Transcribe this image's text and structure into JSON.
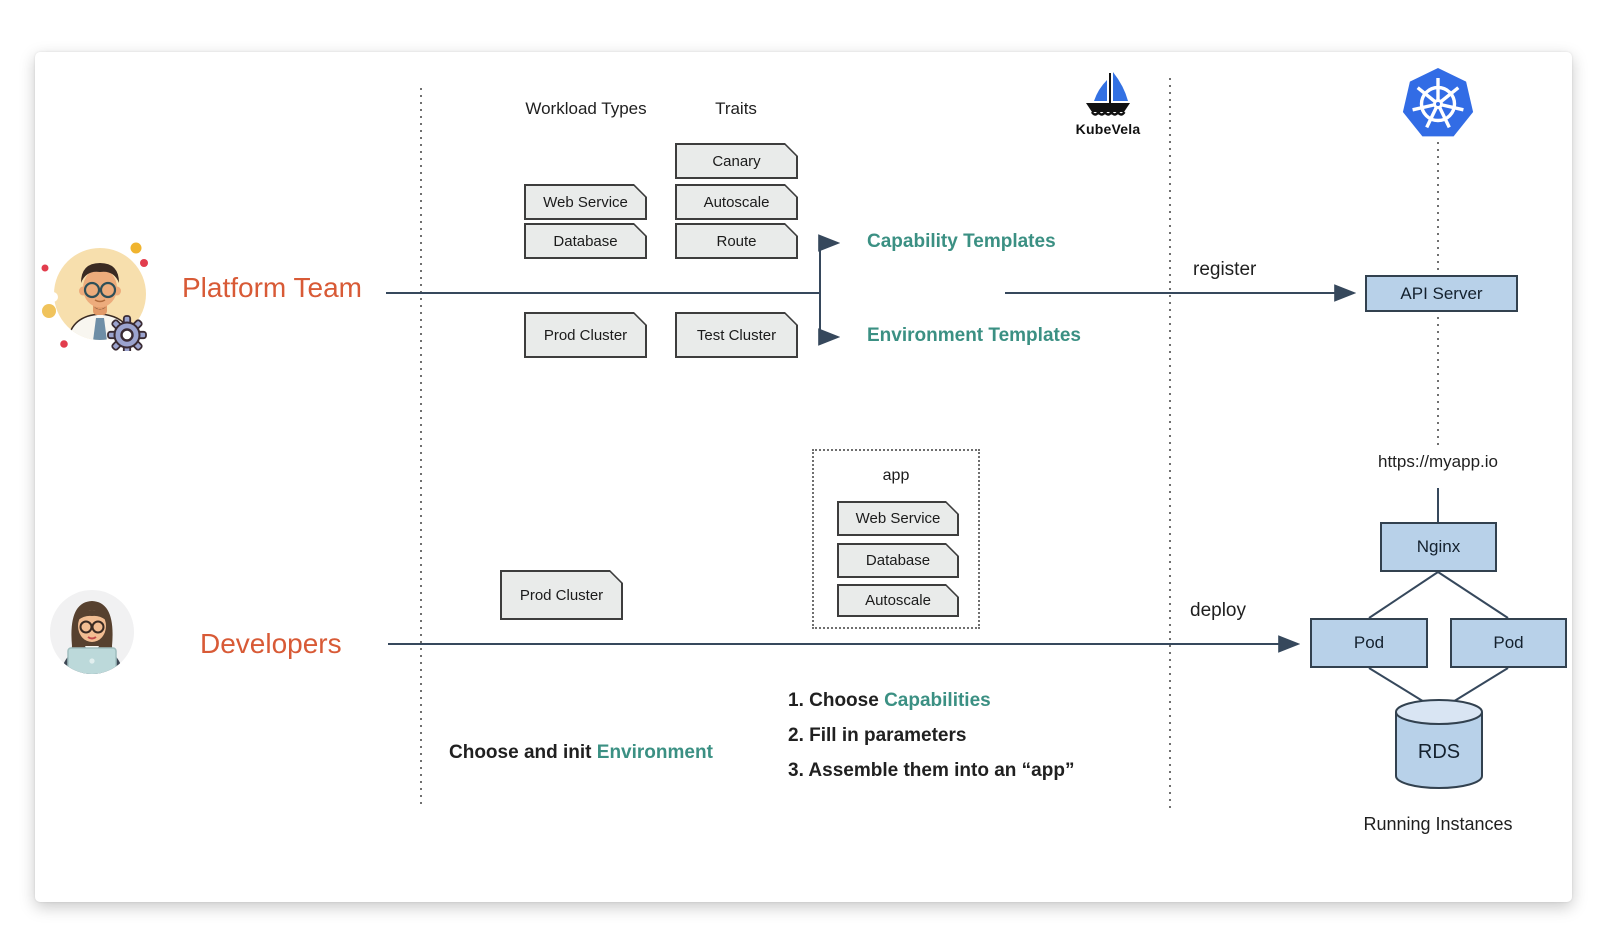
{
  "colors": {
    "accent_orange": "#D85A36",
    "teal_green": "#3B9083",
    "connector": "#36485C",
    "gray_box_fill": "#E9EBEA",
    "gray_box_border": "#3D3D3D",
    "blue_box_fill": "#B8D1E9",
    "blue_box_border": "#32414F",
    "kubernetes_blue": "#326CE5",
    "kubevela_sail_blue": "#3371E3"
  },
  "actors": {
    "platform_team": {
      "label": "Platform Team"
    },
    "developers": {
      "label": "Developers"
    }
  },
  "platform_lane": {
    "workload_header": "Workload Types",
    "traits_header": "Traits",
    "workload_boxes": [
      "Web Service",
      "Database"
    ],
    "trait_boxes": [
      "Canary",
      "Autoscale",
      "Route"
    ],
    "cluster_boxes": [
      "Prod Cluster",
      "Test Cluster"
    ],
    "capability_templates": "Capability Templates",
    "environment_templates": "Environment Templates",
    "register_label": "register"
  },
  "developer_lane": {
    "cluster_box": "Prod Cluster",
    "app_group": {
      "title": "app",
      "boxes": [
        "Web Service",
        "Database",
        "Autoscale"
      ]
    },
    "deploy_label": "deploy",
    "env_note": {
      "prefix": "Choose and init ",
      "highlight": "Environment"
    },
    "steps": [
      {
        "prefix": "1. Choose ",
        "highlight": "Capabilities"
      },
      {
        "prefix": "2. Fill in parameters",
        "highlight": ""
      },
      {
        "prefix": "3. Assemble them  into  an “app”",
        "highlight": ""
      }
    ]
  },
  "kubevela": {
    "label": "KubeVela"
  },
  "kubernetes": {
    "api_server": "API Server",
    "url": "https://myapp.io",
    "nginx": "Nginx",
    "pod_left": "Pod",
    "pod_right": "Pod",
    "rds": "RDS",
    "caption": "Running Instances"
  }
}
